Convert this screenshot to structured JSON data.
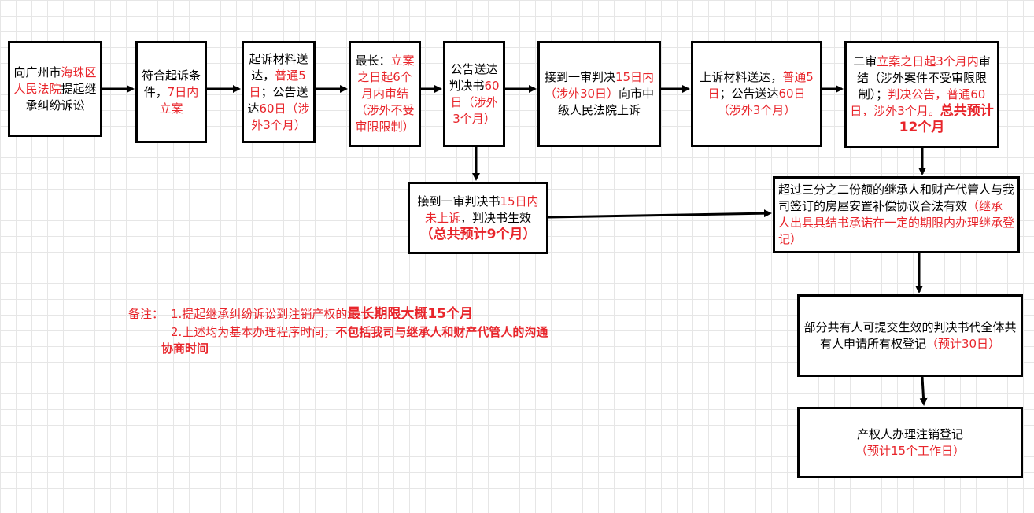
{
  "colors": {
    "accent_red": "#e8252b",
    "border": "#000000",
    "grid": "#e6e6e6"
  },
  "box1": {
    "t1": "向广州市",
    "t2": "海珠区人民法院",
    "t3": "提起继承纠纷诉讼"
  },
  "box2": {
    "t1": "符合起诉条件，",
    "t2": "7日内立案"
  },
  "box3": {
    "t1": "起诉材料送达，",
    "t2": "普通5日",
    "t3": "；公告送达",
    "t4": "60日（涉外3个月）"
  },
  "box4": {
    "t1": "最长：",
    "t2": "立案之日起6个月内审结（涉外不受审限限制）"
  },
  "box5": {
    "t1": "公告送达判决书",
    "t2": "60日（涉外3个月）"
  },
  "box6": {
    "t1": "接到一审判决",
    "t2": "15日内（涉外30日）",
    "t3": "向市中级人民法院上诉"
  },
  "box7": {
    "t1": "上诉材料送达，",
    "t2": "普通5日",
    "t3": "；公告送达",
    "t4": "60日（涉外3个月）"
  },
  "box8": {
    "t1": "二审",
    "t2": "立案之日起3个月内",
    "t3": "审结（涉外案件不受审限限制）；",
    "t4": "判决公告，普通60日，涉外3个月。",
    "t5": "总共预计12个月"
  },
  "box9": {
    "t1": "接到一审判决书",
    "t2": "15日内未上诉",
    "t3": "，判决书生效",
    "t4": "（总共预计9个月）"
  },
  "box10": {
    "t1": "超过三分之二份额的继承人和财产代管人与我司签订的房屋安置补偿协议合法有效",
    "t2": "（继承人出具具结书承诺在一定的期限内办理继承登记）"
  },
  "box11": {
    "t1": "部分共有人可提交生效的判决书代全体共有人申请所有权登记",
    "t2": "（预计30日）"
  },
  "box12": {
    "t1": "产权人办理注销登记",
    "t2": "（预计15个工作日）"
  },
  "note": {
    "label": "备注：",
    "l1a": "1.提起继承纠纷诉讼到注销产权的",
    "l1b": "最长期限大概15个月",
    "l2a": "2.上述均为基本办理程序时间，",
    "l2b": "不包括我司与继承人和财产代管人的沟通协商时间"
  }
}
